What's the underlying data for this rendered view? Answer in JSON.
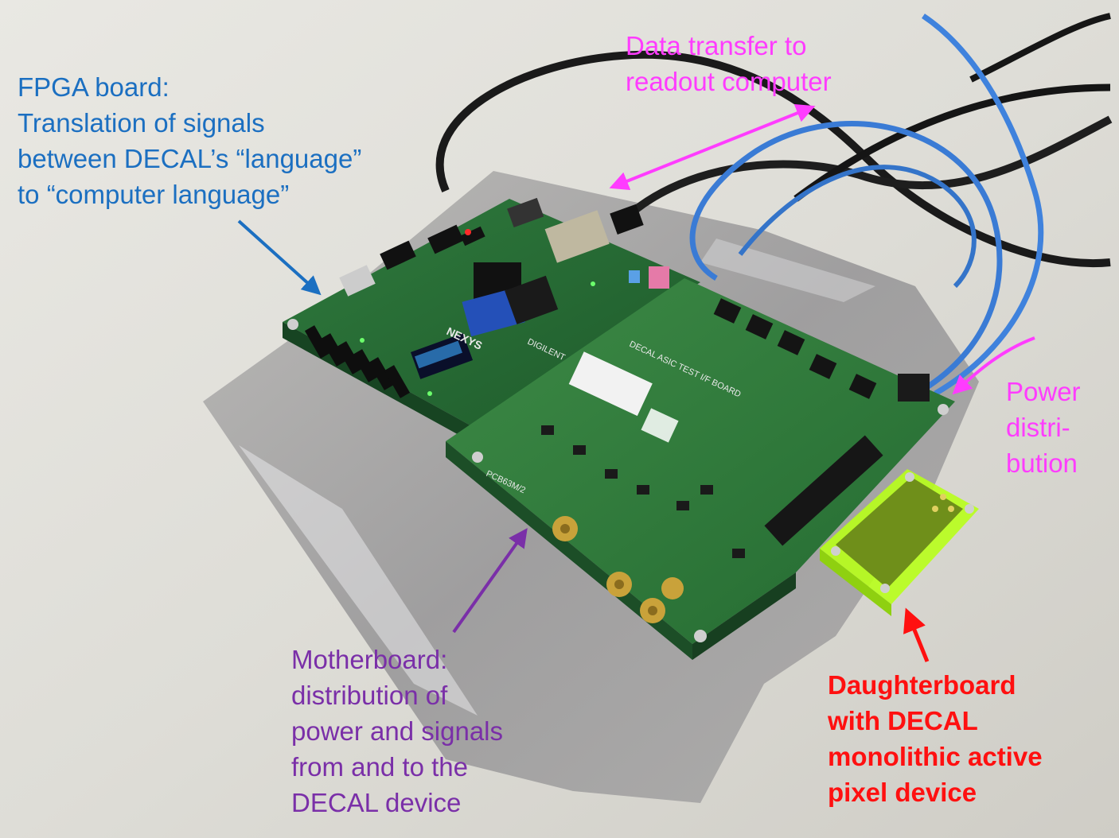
{
  "colors": {
    "fpga_annotation": "#1b6fc1",
    "data_annotation": "#ff3cff",
    "power_annotation": "#ff3cff",
    "motherboard_annotation": "#7a2fa8",
    "daughterboard_annotation": "#ff1010"
  },
  "annotations": {
    "fpga": {
      "lines": [
        "FPGA board:",
        "Translation of signals",
        "between DECAL’s “language”",
        "to “computer language”"
      ]
    },
    "data_transfer": {
      "lines": [
        "Data transfer to",
        "readout computer"
      ]
    },
    "power": {
      "lines": [
        "Power",
        "distri-",
        "bution"
      ]
    },
    "motherboard": {
      "lines": [
        "Motherboard:",
        "distribution of",
        "power and signals",
        "from and to the",
        "DECAL device"
      ]
    },
    "daughterboard": {
      "lines": [
        "Daughterboard",
        "with DECAL",
        "monolithic active",
        "pixel device"
      ]
    }
  },
  "board_silkscreen": {
    "motherboard_title": "DECAL ASIC TEST I/F BOARD",
    "fpga_brand": "DIGILENT",
    "fpga_model": "NEXYS",
    "board_code": "PCB63M/2"
  }
}
